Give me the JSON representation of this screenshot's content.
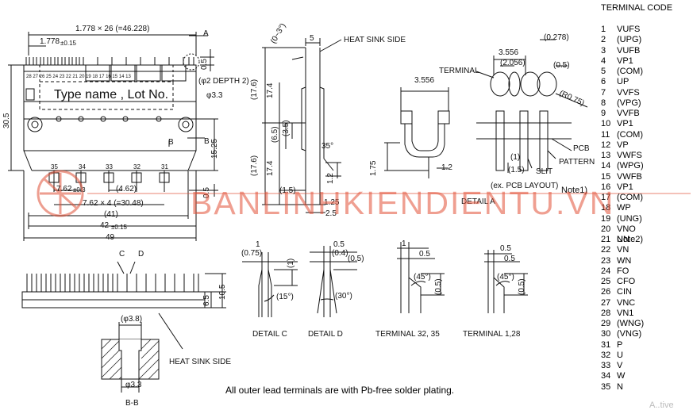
{
  "dims": {
    "pitch": "1.778 × 26 (=46.228)",
    "pitch_small": "1.778",
    "pitch_tol": "±0.15",
    "label_a": "A",
    "r_05": "0.5",
    "hole_depth": "(φ2 DEPTH 2)",
    "hole_dia": "φ3.3",
    "height_30_5": "30.5",
    "height_15_25": "15.25",
    "label_b": "B",
    "label_b2": "B",
    "r_05b": "0.5",
    "pin_pitch": "7.62",
    "pin_pitch_tol": "±0.3",
    "pin_462": "(4.62)",
    "pin_row": "7.62 × 4 (=30.48)",
    "w41": "(41)",
    "w42": "42",
    "w42_tol": "±0.15",
    "w49": "49",
    "nameplate": "Type name , Lot No.",
    "pin35": "35",
    "pin34": "34",
    "pin33": "33",
    "pin32": "32",
    "pin31": "31",
    "pin_num_row": "28 27 26 25 24 23 22 21 20 19 18 17 16 15 14 13",
    "side_angle": "(0~3°)",
    "side_5": "5",
    "heat_sink_side": "HEAT SINK SIDE",
    "d176a": "(17.6)",
    "d174a": "17.4",
    "d65": "(6.5)",
    "d35": "(3.5)",
    "d176b": "(17.6)",
    "d174b": "17.4",
    "ang35": "35°",
    "d12": "1.2",
    "d15": "(1.5)",
    "d125": "1.25",
    "d25": "2.5",
    "det_3556": "3.556",
    "det_175": "1.75",
    "det_12": "1.2",
    "detail_a": "DETAIL A",
    "pcb_3556": "3.556",
    "pcb_0278": "(0.278)",
    "pcb_2056": "(2.056)",
    "pcb_05": "(0.5)",
    "terminal": "TERMINAL",
    "r075": "(R0.75)",
    "pcb_1": "(1)",
    "pcb_15": "(1.5)",
    "slit": "SLIT",
    "pattern": "PATTERN",
    "pcb": "PCB",
    "pcb_layout": "(ex. PCB LAYOUT)",
    "note1": "Note1)",
    "c_label": "C",
    "d_label": "D",
    "h65": "6.5",
    "h105": "10.5",
    "heat_sink_side2": "HEAT SINK SIDE",
    "bb_38": "(φ3.8)",
    "bb_33": "φ3.3",
    "bb_label": "B-B",
    "c_1": "1",
    "c_075": "(0.75)",
    "c_1b": "(1)",
    "c_15deg": "(15°)",
    "detail_c": "DETAIL C",
    "d_05": "0.5",
    "d_04": "(0.4)",
    "d_05b": "(0.5)",
    "d_30deg": "(30°)",
    "detail_d": "DETAIL D",
    "t32_1": "1",
    "t32_05": "0.5",
    "t32_45": "(45°)",
    "t32_05b": "(0.5)",
    "terminal_32_35": "TERMINAL 32, 35",
    "t1_05a": "0.5",
    "t1_05b": "0.5",
    "t1_45": "(45°)",
    "t1_05c": "(0.5)",
    "terminal_1_28": "TERMINAL 1,28"
  },
  "terminal_code": {
    "title": "TERMINAL CODE",
    "rows": [
      {
        "num": "1",
        "sig": "VUFS"
      },
      {
        "num": "2",
        "sig": "(UPG)"
      },
      {
        "num": "3",
        "sig": "VUFB"
      },
      {
        "num": "4",
        "sig": "VP1"
      },
      {
        "num": "5",
        "sig": "(COM)"
      },
      {
        "num": "6",
        "sig": "UP"
      },
      {
        "num": "7",
        "sig": "VVFS"
      },
      {
        "num": "8",
        "sig": "(VPG)"
      },
      {
        "num": "9",
        "sig": "VVFB"
      },
      {
        "num": "10",
        "sig": "VP1"
      },
      {
        "num": "11",
        "sig": "(COM)"
      },
      {
        "num": "12",
        "sig": "VP"
      },
      {
        "num": "13",
        "sig": "VWFS"
      },
      {
        "num": "14",
        "sig": "(WPG)"
      },
      {
        "num": "15",
        "sig": "VWFB"
      },
      {
        "num": "16",
        "sig": "VP1"
      },
      {
        "num": "17",
        "sig": "(COM)"
      },
      {
        "num": "18",
        "sig": "WP"
      },
      {
        "num": "19",
        "sig": "(UNG)"
      },
      {
        "num": "20",
        "sig": "VNO Note2)"
      },
      {
        "num": "21",
        "sig": "UN"
      },
      {
        "num": "22",
        "sig": "VN"
      },
      {
        "num": "23",
        "sig": "WN"
      },
      {
        "num": "24",
        "sig": "FO"
      },
      {
        "num": "25",
        "sig": "CFO"
      },
      {
        "num": "26",
        "sig": "CIN"
      },
      {
        "num": "27",
        "sig": "VNC"
      },
      {
        "num": "28",
        "sig": "VN1"
      },
      {
        "num": "29",
        "sig": "(WNG)"
      },
      {
        "num": "30",
        "sig": "(VNG)"
      },
      {
        "num": "31",
        "sig": "P"
      },
      {
        "num": "32",
        "sig": "U"
      },
      {
        "num": "33",
        "sig": "V"
      },
      {
        "num": "34",
        "sig": "W"
      },
      {
        "num": "35",
        "sig": "N"
      }
    ]
  },
  "footer": {
    "note": "All outer lead terminals are with Pb-free solder plating."
  },
  "watermark": {
    "text": "BANLINHKIENDIENTU.VN",
    "corner": "A..tive"
  },
  "colors": {
    "ink": "#111111",
    "watermark": "#e05037",
    "hatch": "#222222"
  }
}
